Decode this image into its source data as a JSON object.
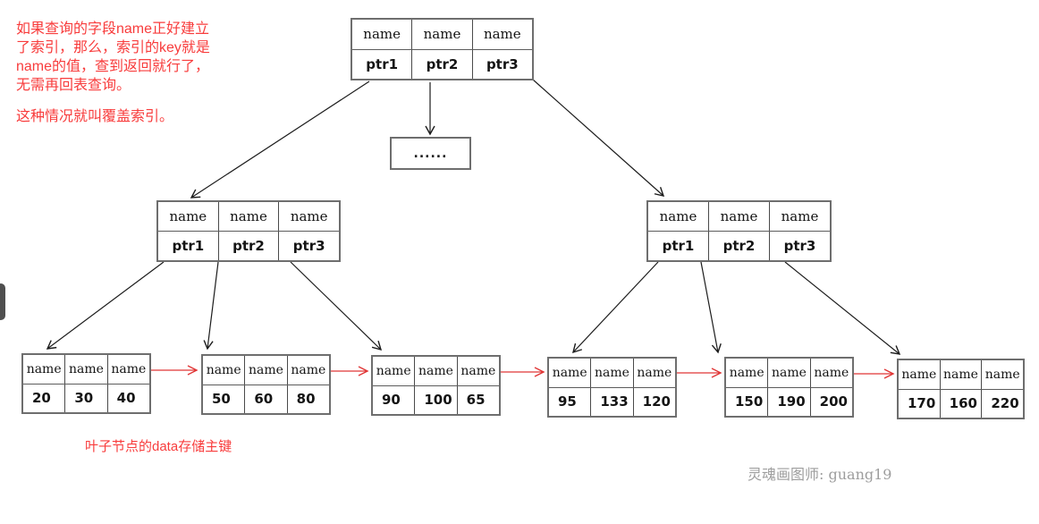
{
  "annotations": {
    "covering_index_note": "如果查询的字段name正好建立\n了索引，那么，索引的key就是\nname的值，查到返回就行了，\n无需再回表查询。",
    "covering_index_conclusion": "这种情况就叫覆盖索引。",
    "leaf_note": "叶子节点的data存储主键",
    "signature": "灵魂画图师: guang19"
  },
  "colors": {
    "annotation_red": "#f83c3c",
    "link_arrow_red": "#e03636",
    "edge_black": "#1c1c1c",
    "node_border_gray": "#6e6e6e",
    "signature_gray": "#9d9d9d"
  },
  "nodes": {
    "root": {
      "keys": [
        "name",
        "name",
        "name"
      ],
      "pointers": [
        "ptr1",
        "ptr2",
        "ptr3"
      ]
    },
    "ellipsis": {
      "label": "......"
    },
    "left_internal": {
      "keys": [
        "name",
        "name",
        "name"
      ],
      "pointers": [
        "ptr1",
        "ptr2",
        "ptr3"
      ]
    },
    "right_internal": {
      "keys": [
        "name",
        "name",
        "name"
      ],
      "pointers": [
        "ptr1",
        "ptr2",
        "ptr3"
      ]
    },
    "leaves": [
      {
        "keys": [
          "name",
          "name",
          "name"
        ],
        "values": [
          "20",
          "30",
          "40"
        ]
      },
      {
        "keys": [
          "name",
          "name",
          "name"
        ],
        "values": [
          "50",
          "60",
          "80"
        ]
      },
      {
        "keys": [
          "name",
          "name",
          "name"
        ],
        "values": [
          "90",
          "100",
          "65"
        ]
      },
      {
        "keys": [
          "name",
          "name",
          "name"
        ],
        "values": [
          "95",
          "133",
          "120"
        ]
      },
      {
        "keys": [
          "name",
          "name",
          "name"
        ],
        "values": [
          "150",
          "190",
          "200"
        ]
      },
      {
        "keys": [
          "name",
          "name",
          "name"
        ],
        "values": [
          "170",
          "160",
          "220"
        ]
      }
    ]
  }
}
